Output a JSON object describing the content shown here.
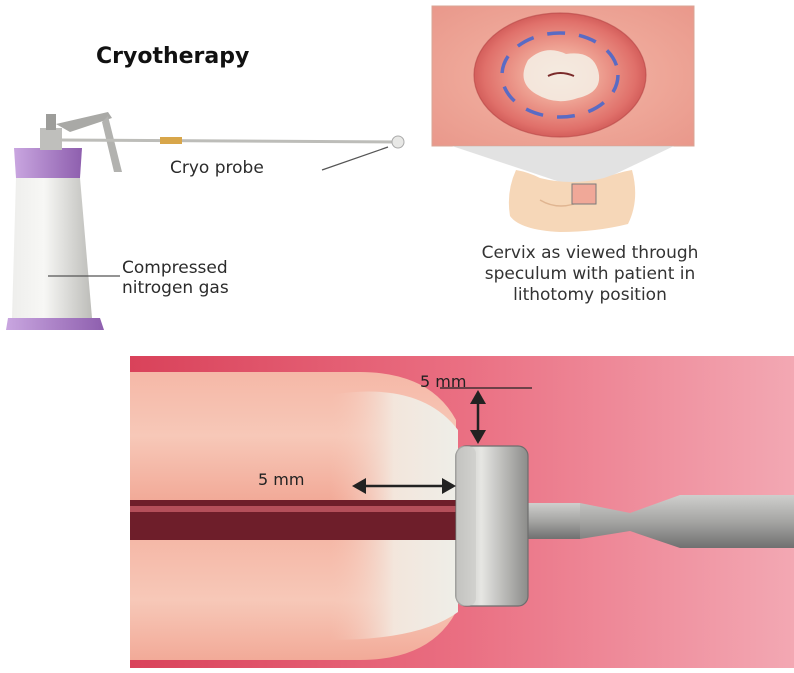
{
  "title": "Cryotherapy",
  "labels": {
    "cryo_probe": "Cryo probe",
    "compressed_gas_line1": "Compressed",
    "compressed_gas_line2": "nitrogen gas",
    "cervix_line1": "Cervix as viewed through",
    "cervix_line2": "speculum with patient in",
    "cervix_line3": "lithotomy position",
    "depth_top": "5 mm",
    "depth_left": "5 mm"
  },
  "colors": {
    "tissue_pink": "#f2a8a0",
    "tissue_deep": "#c62f45",
    "canister_silver": "#d9d9d6",
    "canister_purple": "#b48ad0",
    "probe_metal": "#9a9a9a",
    "freeze_zone": "#f1eee6"
  }
}
